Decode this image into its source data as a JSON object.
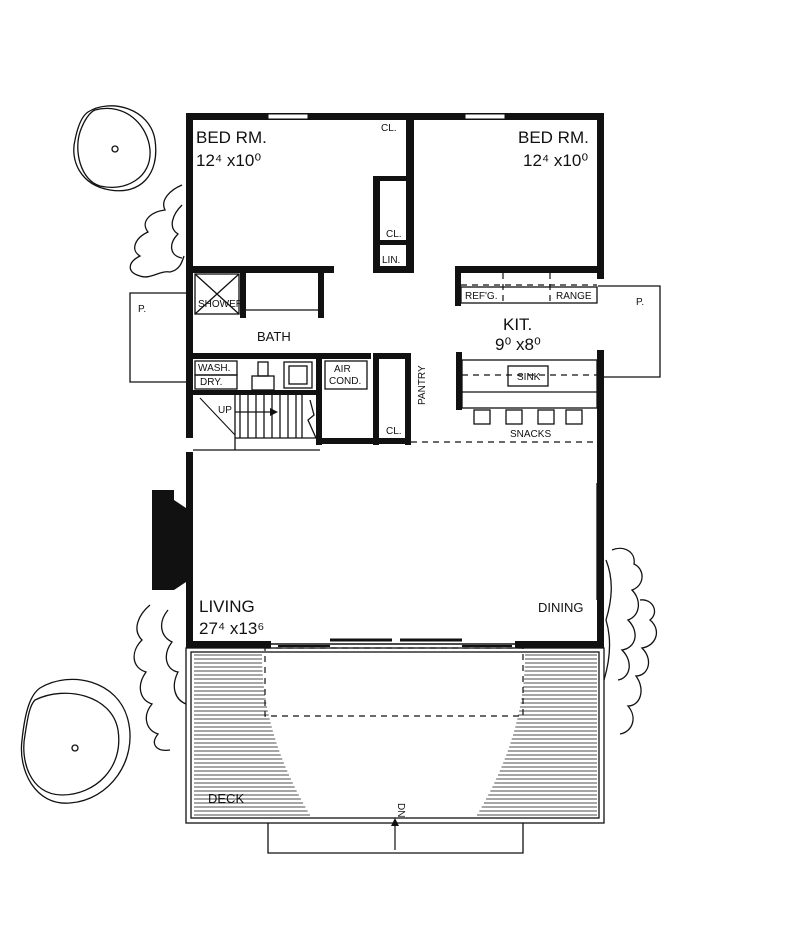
{
  "rooms": {
    "bed_left": {
      "name": "BED RM.",
      "size": "12⁴ x10⁰"
    },
    "bed_right": {
      "name": "BED RM.",
      "size": "12⁴ x10⁰"
    },
    "kitchen": {
      "name": "KIT.",
      "size": "9⁰ x8⁰"
    },
    "living": {
      "name": "LIVING",
      "size": "27⁴ x13⁶"
    },
    "dining": {
      "name": "DINING"
    },
    "bath": {
      "name": "BATH"
    },
    "deck": {
      "name": "DECK"
    }
  },
  "fixtures": {
    "closet_top": "CL.",
    "closet_mid": "CL.",
    "linen": "LIN.",
    "closet_pantry": "CL.",
    "shower": "SHOWER",
    "wash": "WASH.",
    "dry": "DRY.",
    "air_cond_1": "AIR",
    "air_cond_2": "COND.",
    "pantry": "PANTRY",
    "refrigerator": "REF'G.",
    "range": "RANGE",
    "sink": "SINK",
    "snacks": "SNACKS",
    "stair_up": "UP",
    "stair_down": "DN",
    "porch_left": "P.",
    "porch_right": "P."
  }
}
